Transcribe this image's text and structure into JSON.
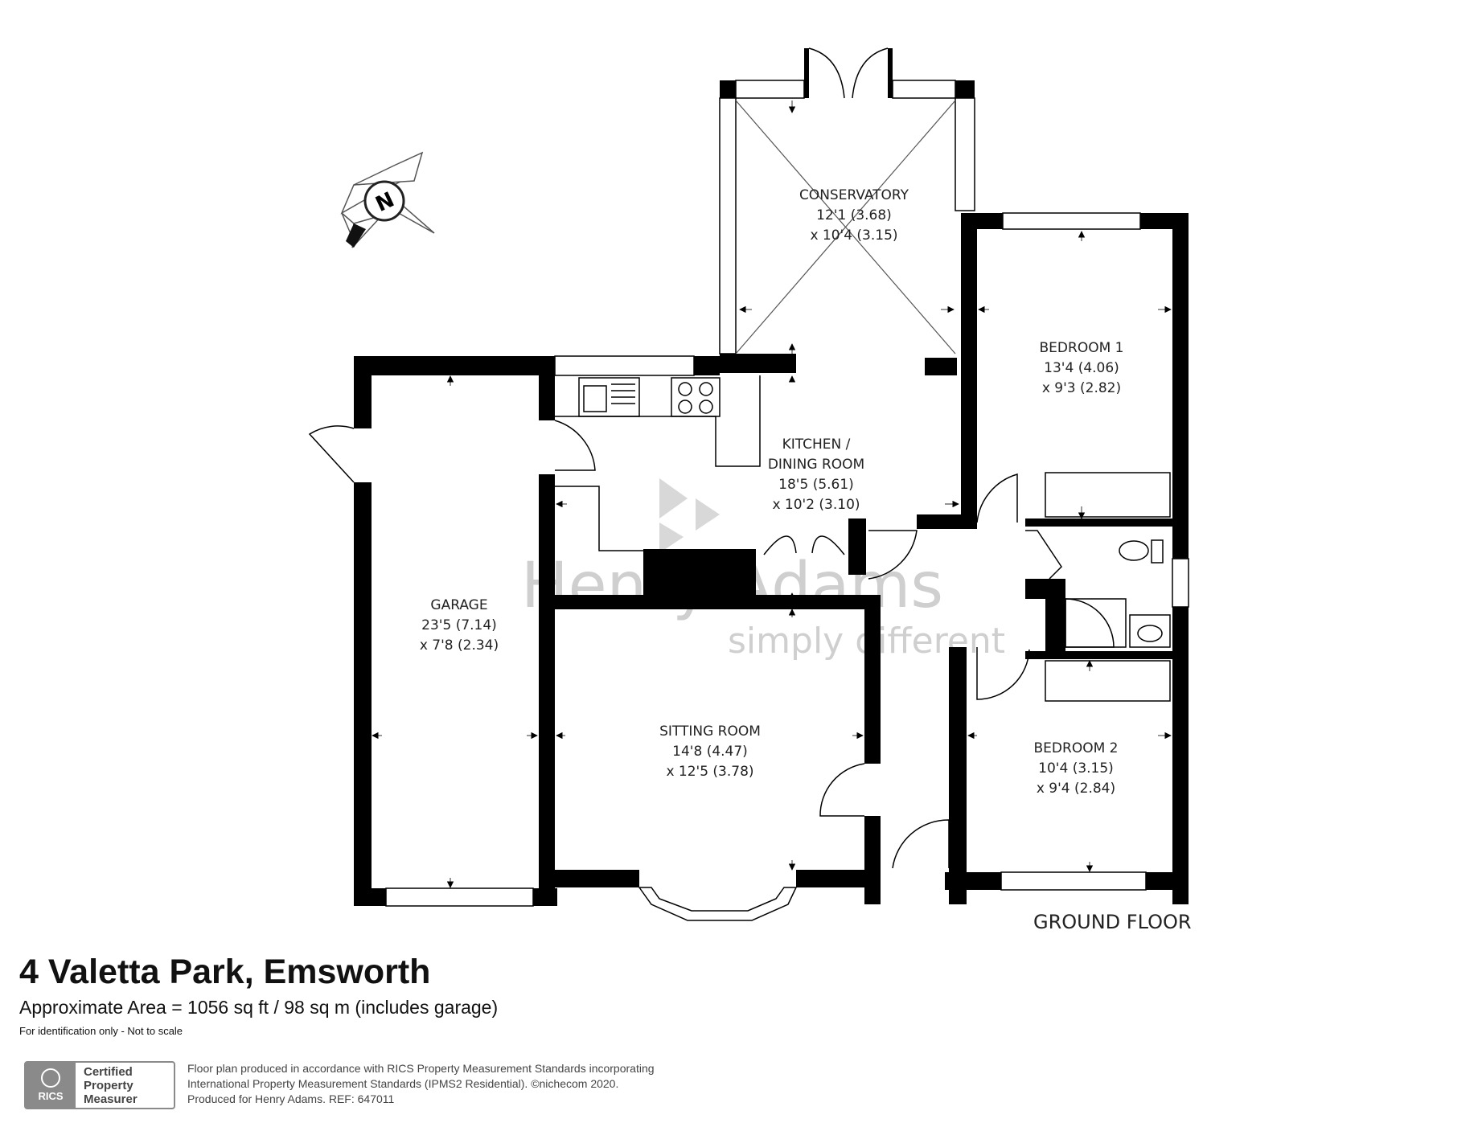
{
  "floor_label": "GROUND FLOOR",
  "rooms": {
    "conservatory": {
      "name": "CONSERVATORY",
      "size1": "12'1 (3.68)",
      "size2": "x 10'4 (3.15)"
    },
    "bedroom1": {
      "name": "BEDROOM 1",
      "size1": "13'4 (4.06)",
      "size2": "x 9'3 (2.82)"
    },
    "kitchen": {
      "name1": "KITCHEN /",
      "name2": "DINING ROOM",
      "size1": "18'5 (5.61)",
      "size2": "x 10'2 (3.10)"
    },
    "garage": {
      "name": "GARAGE",
      "size1": "23'5 (7.14)",
      "size2": "x 7'8 (2.34)"
    },
    "sitting": {
      "name": "SITTING ROOM",
      "size1": "14'8 (4.47)",
      "size2": "x 12'5 (3.78)"
    },
    "bedroom2": {
      "name": "BEDROOM 2",
      "size1": "10'4 (3.15)",
      "size2": "x 9'4 (2.84)"
    }
  },
  "compass": {
    "letter": "N",
    "icon": "compass-icon"
  },
  "watermark": {
    "brand": "Henry Adams",
    "tagline": "simply different"
  },
  "footer": {
    "address": "4 Valetta Park, Emsworth",
    "area": "Approximate Area = 1056 sq ft / 98 sq m (includes garage)",
    "note": "For identification only - Not to scale"
  },
  "badge": {
    "logo_text": "RICS",
    "line1": "Certified",
    "line2": "Property",
    "line3": "Measurer"
  },
  "legal": {
    "line1": "Floor plan produced in accordance with RICS Property Measurement Standards incorporating",
    "line2": "International Property Measurement Standards (IPMS2 Residential).  ©nichecom 2020.",
    "line3": "Produced for Henry Adams.   REF: 647011"
  },
  "colors": {
    "wall": "#000000",
    "watermark": "#cfcfcf",
    "badge": "#8a8a8a"
  }
}
